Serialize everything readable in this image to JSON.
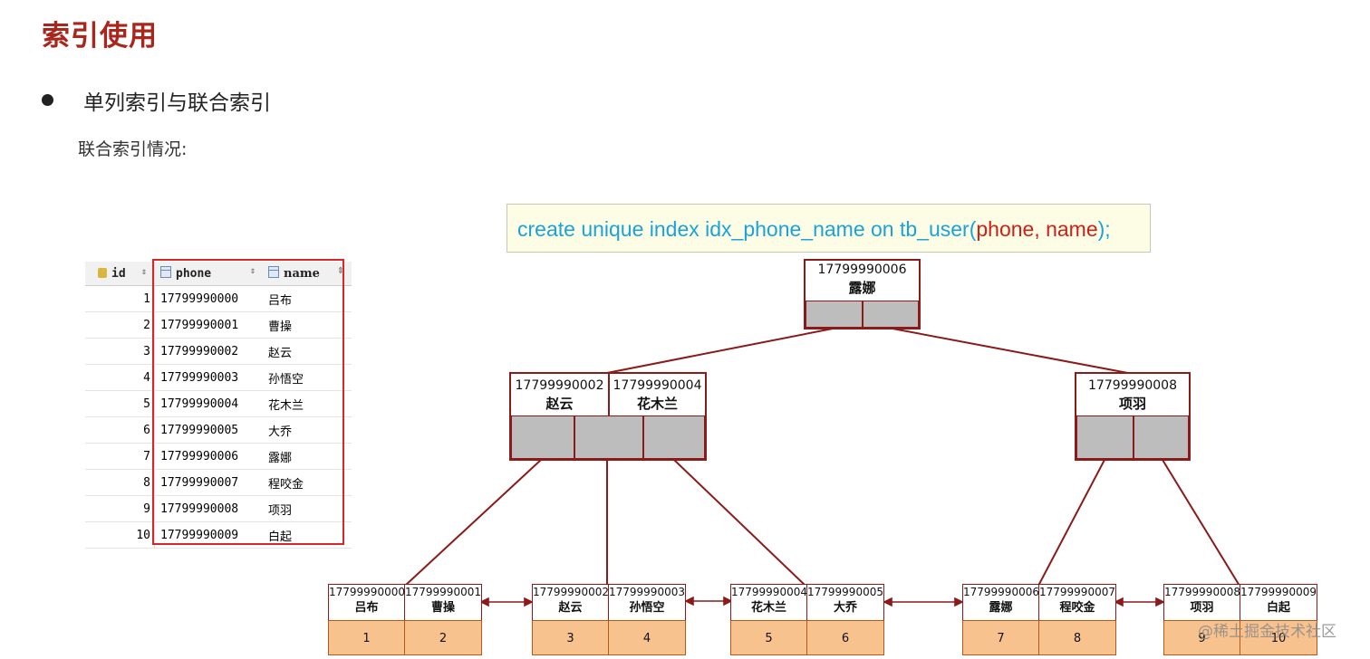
{
  "title": "索引使用",
  "bullet": "单列索引与联合索引",
  "subtitle": "联合索引情况:",
  "table": {
    "headers": [
      "id",
      "phone",
      "name"
    ],
    "rows": [
      [
        "1",
        "17799990000",
        "吕布"
      ],
      [
        "2",
        "17799990001",
        "曹操"
      ],
      [
        "3",
        "17799990002",
        "赵云"
      ],
      [
        "4",
        "17799990003",
        "孙悟空"
      ],
      [
        "5",
        "17799990004",
        "花木兰"
      ],
      [
        "6",
        "17799990005",
        "大乔"
      ],
      [
        "7",
        "17799990006",
        "露娜"
      ],
      [
        "8",
        "17799990007",
        "程咬金"
      ],
      [
        "9",
        "17799990008",
        "项羽"
      ],
      [
        "10",
        "17799990009",
        "白起"
      ]
    ]
  },
  "sql": {
    "prefix": "create unique index idx_phone_name on tb_user(",
    "cols": "phone, name",
    "suffix": ");"
  },
  "tree": {
    "root": {
      "phone": "17799990006",
      "name": "露娜"
    },
    "left": [
      {
        "phone": "17799990002",
        "name": "赵云"
      },
      {
        "phone": "17799990004",
        "name": "花木兰"
      }
    ],
    "right": {
      "phone": "17799990008",
      "name": "项羽"
    },
    "leaves": [
      {
        "keys": [
          {
            "phone": "17799990000",
            "name": "吕布",
            "id": "1"
          },
          {
            "phone": "17799990001",
            "name": "曹操",
            "id": "2"
          }
        ]
      },
      {
        "keys": [
          {
            "phone": "17799990002",
            "name": "赵云",
            "id": "3"
          },
          {
            "phone": "17799990003",
            "name": "孙悟空",
            "id": "4"
          }
        ]
      },
      {
        "keys": [
          {
            "phone": "17799990004",
            "name": "花木兰",
            "id": "5"
          },
          {
            "phone": "17799990005",
            "name": "大乔",
            "id": "6"
          }
        ]
      },
      {
        "keys": [
          {
            "phone": "17799990006",
            "name": "露娜",
            "id": "7"
          },
          {
            "phone": "17799990007",
            "name": "程咬金",
            "id": "8"
          }
        ]
      },
      {
        "keys": [
          {
            "phone": "17799990008",
            "name": "项羽",
            "id": "9"
          },
          {
            "phone": "17799990009",
            "name": "白起",
            "id": "10"
          }
        ]
      }
    ]
  },
  "watermark": "@稀土掘金技术社区",
  "colors": {
    "title": "#a8261c",
    "node_border": "#8b1a1a",
    "leaf_value": "#f8c28e",
    "sql_text": "#1aa3d8",
    "sql_highlight": "#cc2018",
    "table_highlight": "#d62828"
  }
}
